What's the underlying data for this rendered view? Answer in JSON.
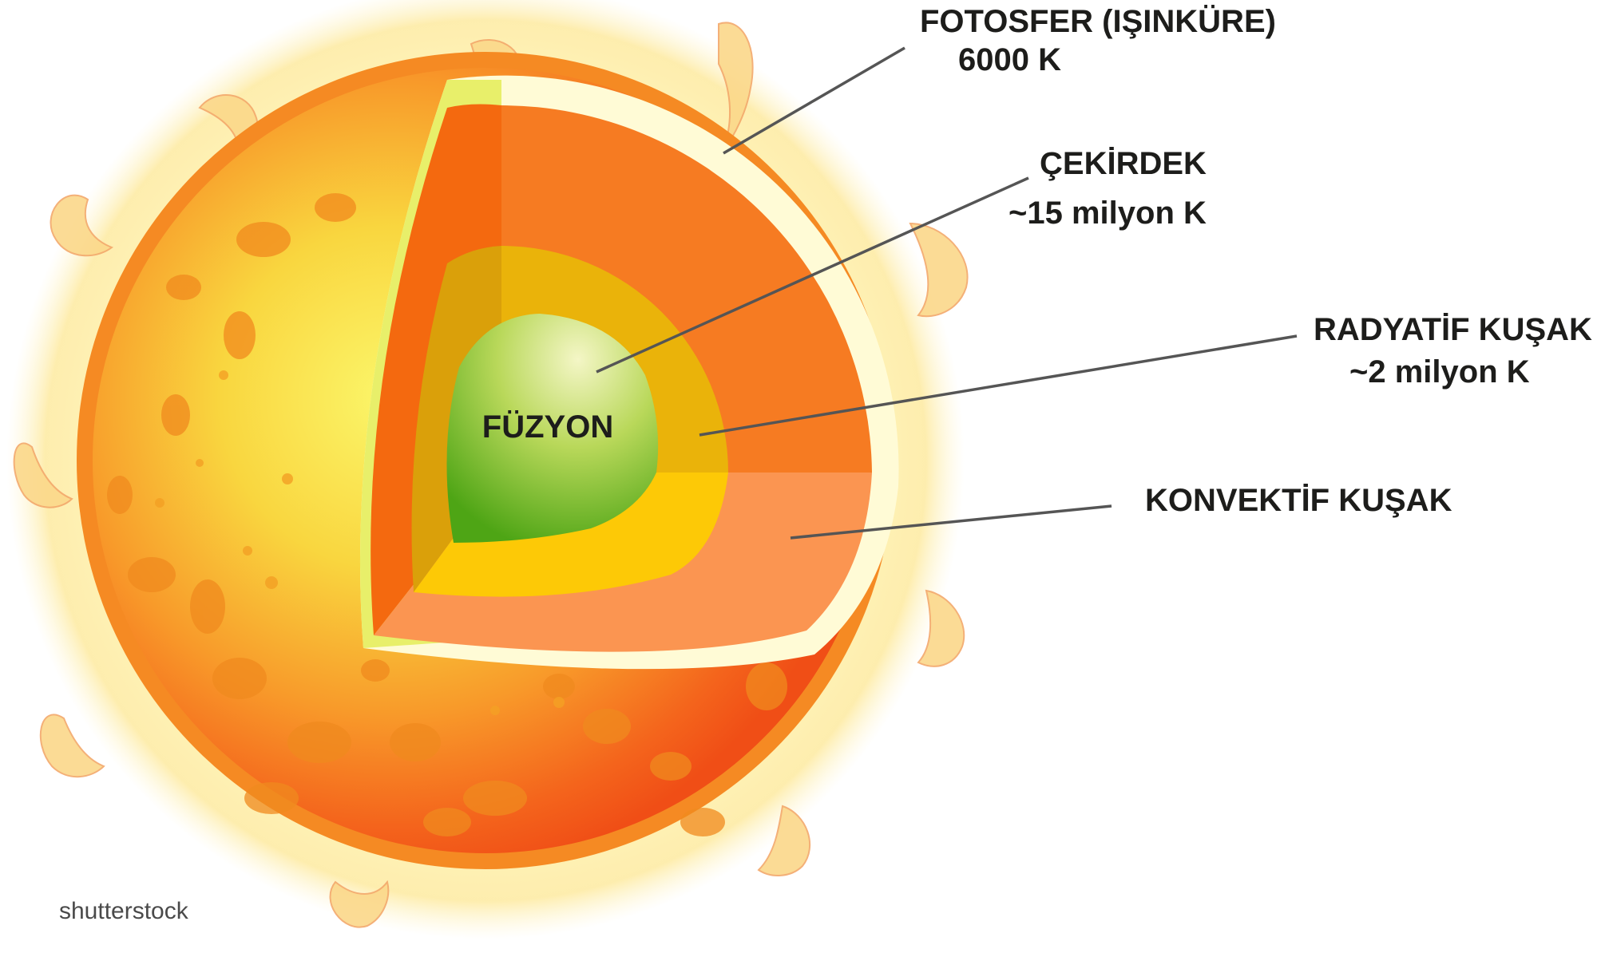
{
  "labels": {
    "photosphere_title": "FOTOSFER (IŞINKÜRE)",
    "photosphere_temp": "6000 K",
    "core_title": "ÇEKİRDEK",
    "core_temp": "~15 milyon K",
    "radiative_title": "RADYATİF KUŞAK",
    "radiative_temp": "~2 milyon K",
    "convective_title": "KONVEKTİF KUŞAK",
    "fusion": "FÜZYON"
  },
  "watermark": "shutterstock",
  "colors": {
    "corona": "#fde9a0",
    "surface_outer": "#f25a1a",
    "surface_inner": "#f8e95a",
    "convective": "#f57a22",
    "convective_light": "#fb9551",
    "radiative": "#eab30a",
    "radiative_light": "#fdc906",
    "core_center": "#f1f4c0",
    "core_edge": "#5fae1e",
    "photosphere_rim": "#fffbd6",
    "leader": "#555555",
    "text": "#1d1d1b"
  }
}
